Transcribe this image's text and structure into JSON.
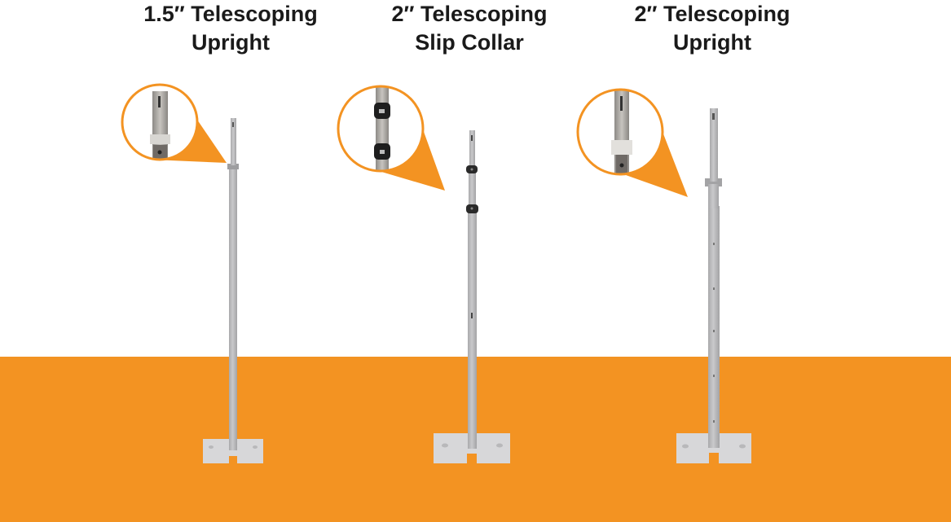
{
  "colors": {
    "floor": "#f39322",
    "accent": "#f39322",
    "pole": "#b9b9bb",
    "pole_edge": "#9d9d9f",
    "base": "#d7d7d9",
    "collar_dark": "#2a2a2a",
    "title": "#1a1a1a"
  },
  "products": [
    {
      "title_line1": "1.5″ Telescoping",
      "title_line2": "Upright",
      "variant": "telescoping-upright-1.5",
      "icon": "zoom-detail-icon"
    },
    {
      "title_line1": "2″ Telescoping",
      "title_line2": "Slip Collar",
      "variant": "slip-collar-2",
      "icon": "zoom-detail-icon"
    },
    {
      "title_line1": "2″ Telescoping",
      "title_line2": "Upright",
      "variant": "telescoping-upright-2",
      "icon": "zoom-detail-icon"
    }
  ]
}
